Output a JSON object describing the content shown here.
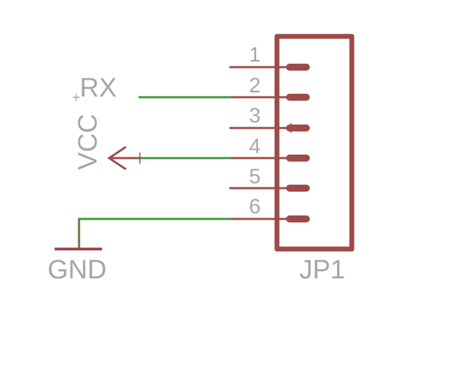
{
  "connector": {
    "name": "JP1",
    "pins": [
      {
        "number": "1"
      },
      {
        "number": "2"
      },
      {
        "number": "3"
      },
      {
        "number": "4"
      },
      {
        "number": "5"
      },
      {
        "number": "6"
      }
    ]
  },
  "nets": {
    "rx": "RX",
    "vcc": "VCC",
    "gnd": "GND"
  },
  "colors": {
    "part": "#9e4a4a",
    "wire": "#3a9a3a",
    "label": "#a6a6a6",
    "background": "#ffffff"
  }
}
